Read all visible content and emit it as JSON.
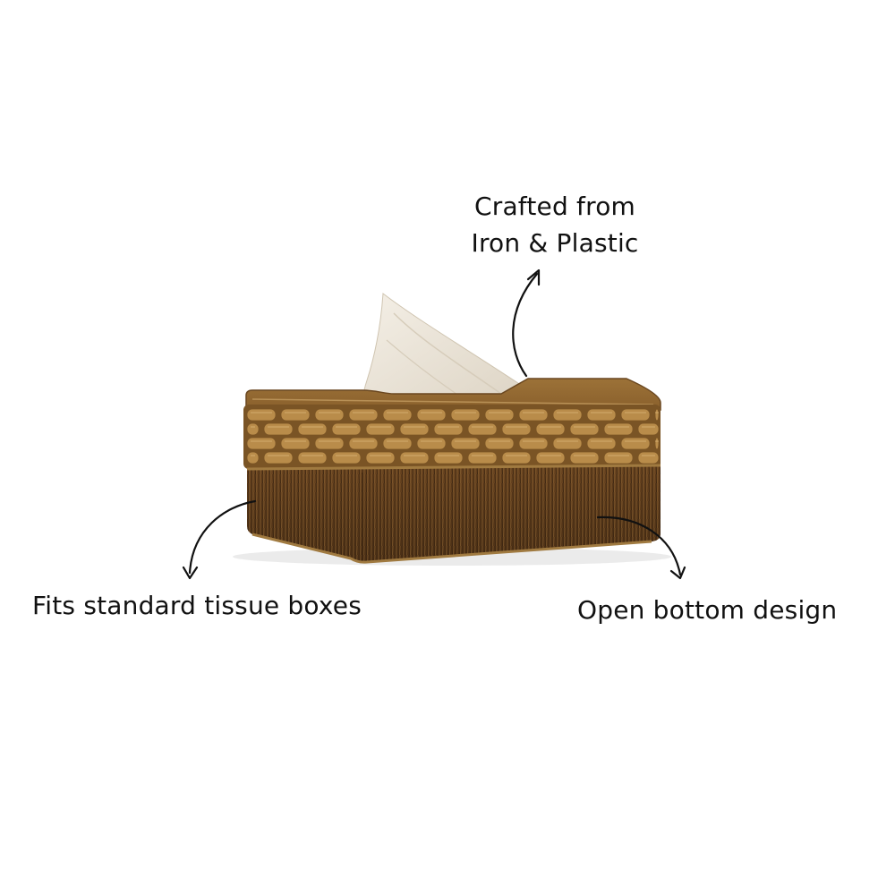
{
  "callouts": {
    "material": {
      "line1": "Crafted from",
      "line2": "Iron & Plastic"
    },
    "fit": {
      "text": "Fits standard tissue boxes"
    },
    "bottom": {
      "text": "Open bottom design"
    }
  },
  "product": {
    "icon": "wicker-tissue-box",
    "colors": {
      "weave_light": "#b98c4a",
      "weave_dark": "#7a5425",
      "base": "#5a3a1c",
      "tissue": "#ece6da"
    }
  },
  "arrows": {
    "color": "#111111"
  }
}
